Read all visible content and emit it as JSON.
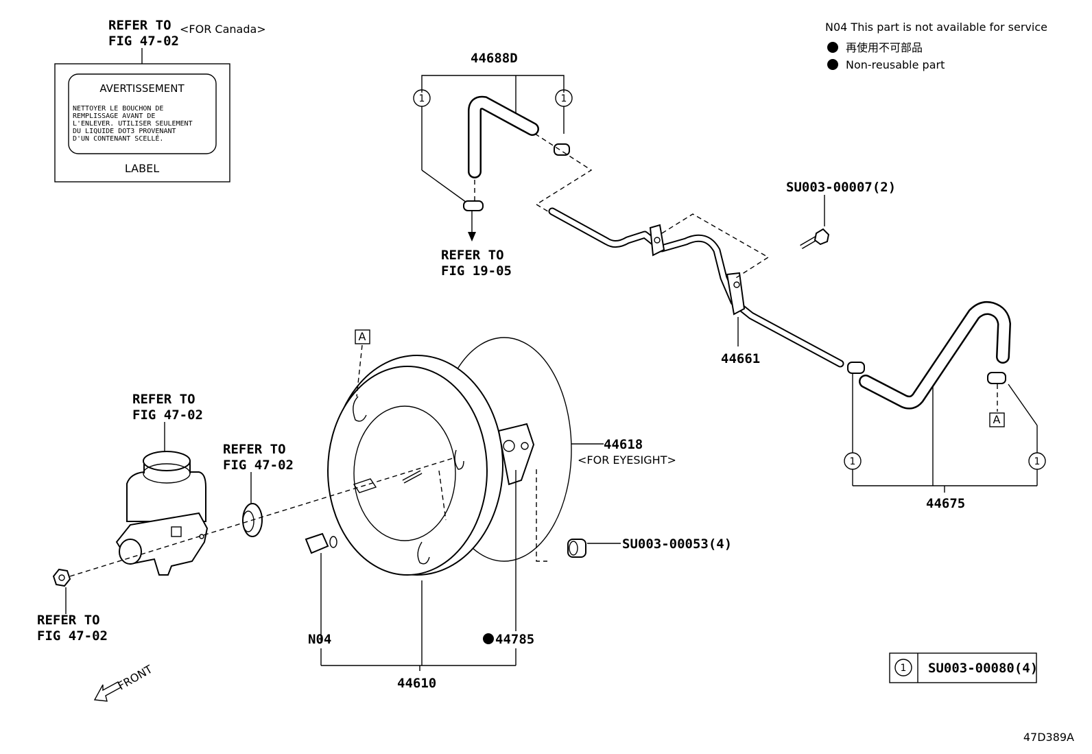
{
  "canada_ref": {
    "line1": "REFER TO",
    "line2": "FIG 47-02",
    "note": "<FOR Canada>"
  },
  "label_panel": {
    "heading": "AVERTISSEMENT",
    "body_lines": [
      "NETTOYER LE BOUCHON DE",
      "REMPLISSAGE AVANT DE",
      "L'ENLEVER. UTILISER SEULEMENT",
      "DU LIQUIDE DOT3 PROVENANT",
      "D'UN CONTENANT SCELLÉ."
    ],
    "caption": "LABEL"
  },
  "legend": {
    "n04_note": "N04 This part is not available for service",
    "jp_note": "再使用不可部品",
    "en_note": "Non-reusable part"
  },
  "parts": {
    "hose_upper": "44688D",
    "hose_ref_line1": "REFER TO",
    "hose_ref_line2": "FIG 19-05",
    "bolt": "SU003-00007(2)",
    "pipe": "44661",
    "hose_right": "44675",
    "booster_gasket": "44618",
    "eyesight_note": "<FOR EYESIGHT>",
    "nut": "SU003-00053(4)",
    "booster_assy": "44610",
    "check_valve": "N04",
    "gasket": "44785",
    "reservoir_ref_line1": "REFER TO",
    "reservoir_ref_line2": "FIG 47-02",
    "seal_ref_line1": "REFER TO",
    "seal_ref_line2": "FIG 47-02",
    "nut_ref_line1": "REFER TO",
    "nut_ref_line2": "FIG 47-02",
    "marker_a": "A",
    "front": "FRONT",
    "clip_number": "1",
    "clip_key": "SU003-00080(4)",
    "figure_code": "47D389A"
  }
}
